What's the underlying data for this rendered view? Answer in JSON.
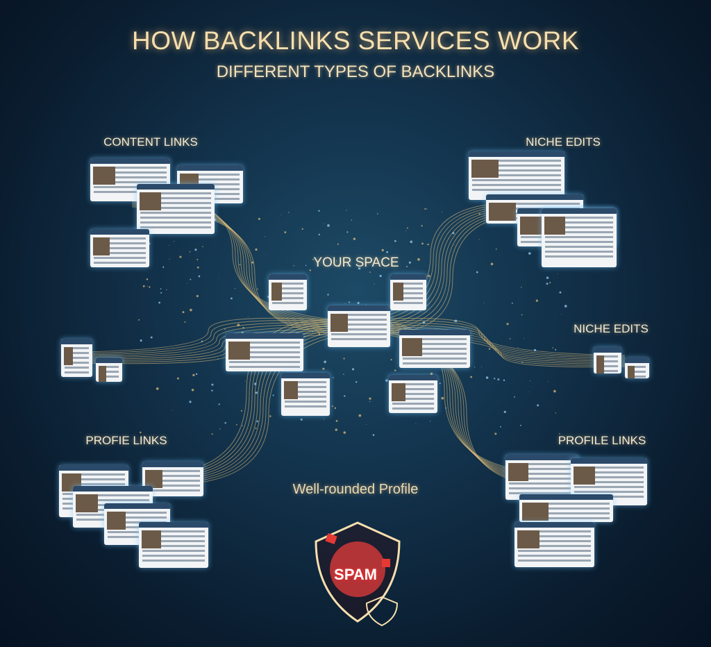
{
  "header": {
    "title": "HOW BACKLINKS SERVICES WORK",
    "subtitle": "DIFFERENT TYPES OF BACKLINKS"
  },
  "sections": {
    "content_links": "CONTENT LINKS",
    "niche_edits_top": "NICHE EDITS",
    "your_space": "YOUR SPACE",
    "niche_edits_right": "NICHE EDITS",
    "profile_links_left": "PROFIE LINKS",
    "profile_links_right": "PROFILE LINKS"
  },
  "center": {
    "caption": "Well-rounded Profile",
    "spam_label": "SPAM"
  },
  "colors": {
    "gold": "#e8c27a",
    "accent": "#3a9ad9",
    "spam": "#e53935"
  }
}
